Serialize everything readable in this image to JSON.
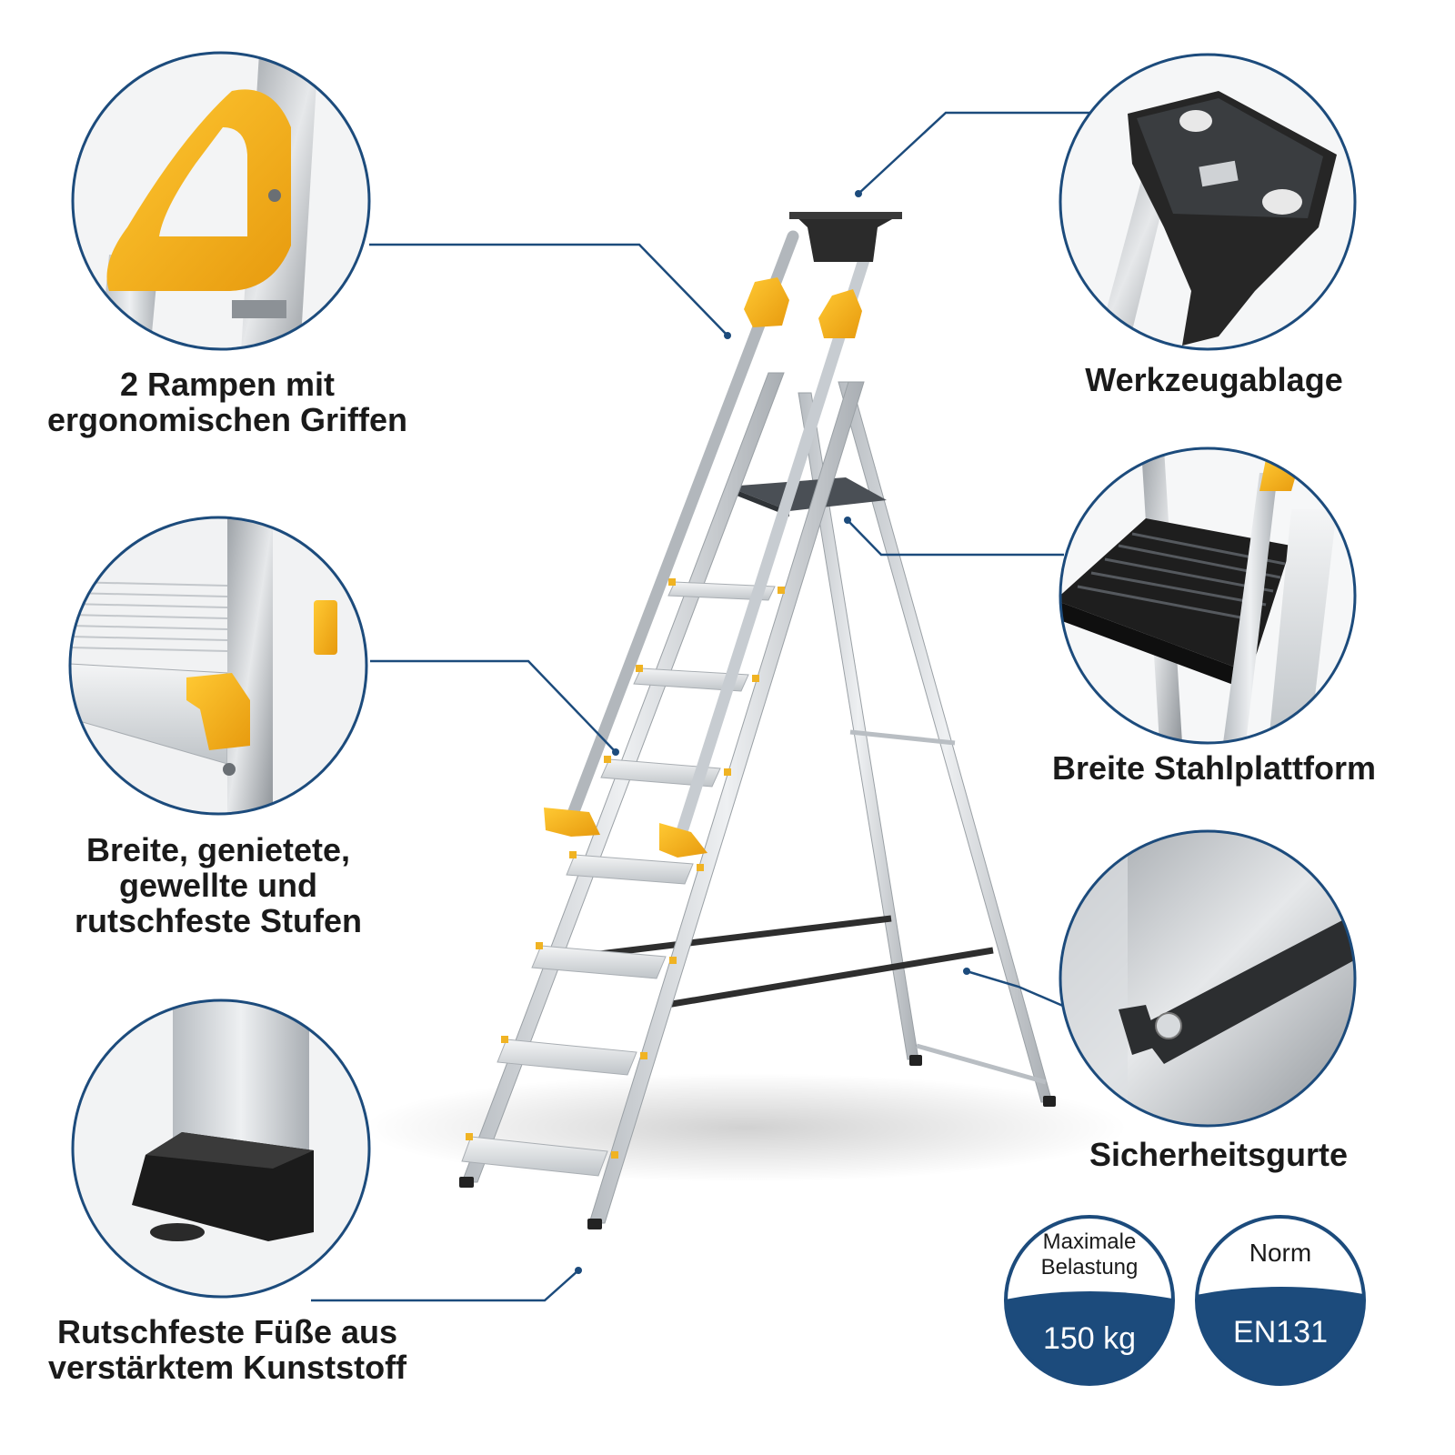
{
  "features": {
    "grips": {
      "caption_1": "2 Rampen mit",
      "caption_2": "ergonomischen Griffen"
    },
    "tool_tray": {
      "caption": "Werkzeugablage"
    },
    "steps": {
      "caption_1": "Breite, genietete,",
      "caption_2": "gewellte und",
      "caption_3": "rutschfeste Stufen"
    },
    "platform": {
      "caption": "Breite Stahlplattform"
    },
    "straps": {
      "caption": "Sicherheitsgurte"
    },
    "feet": {
      "caption_1": "Rutschfeste Füße aus",
      "caption_2": "verstärktem Kunststoff"
    }
  },
  "badges": {
    "load": {
      "label_1": "Maximale",
      "label_2": "Belastung",
      "value": "150 kg"
    },
    "norm": {
      "label": "Norm",
      "value": "EN131"
    }
  },
  "colors": {
    "accent_blue": "#1c4b7c",
    "grip_yellow": "#f2a91a",
    "aluminium": "#d4d8dc",
    "plastic_black": "#232323"
  }
}
